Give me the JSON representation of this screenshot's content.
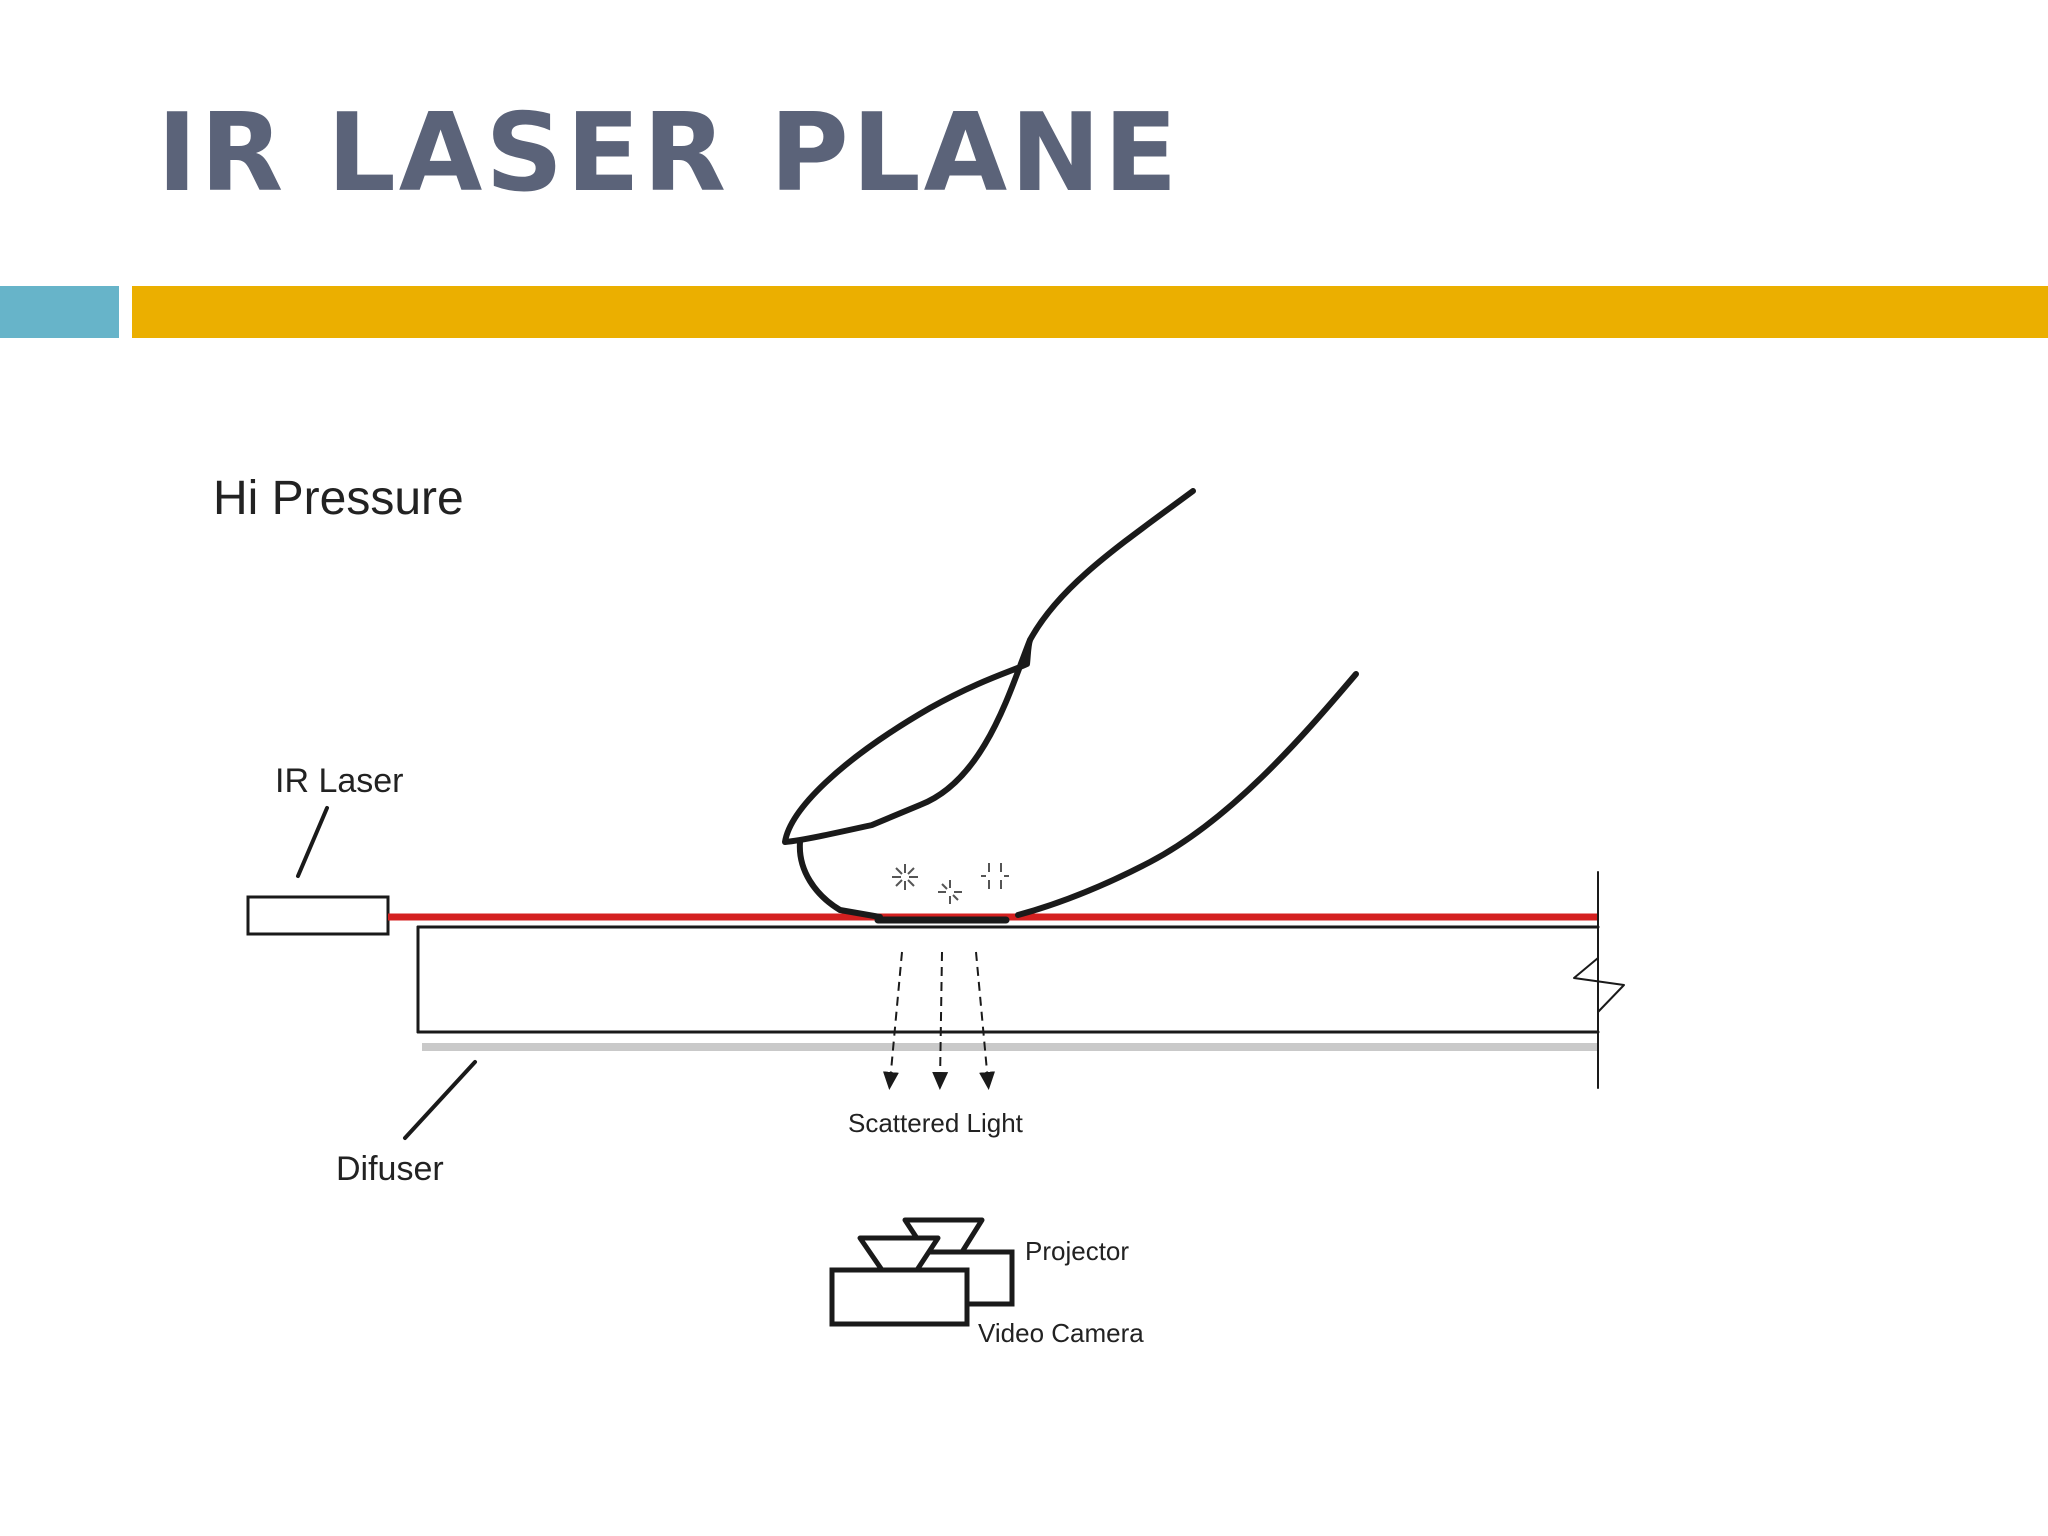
{
  "slide": {
    "title": "IR LASER PLANE",
    "accent_colors": {
      "title": "#5b6379",
      "bar_left": "#67b4c9",
      "bar_main": "#ebaf00",
      "laser": "#d42020"
    }
  },
  "diagram": {
    "heading": "Hi Pressure",
    "labels": {
      "ir_laser": "IR Laser",
      "difuser": "Difuser",
      "scattered_light": "Scattered Light",
      "projector": "Projector",
      "video_camera": "Video Camera"
    }
  }
}
